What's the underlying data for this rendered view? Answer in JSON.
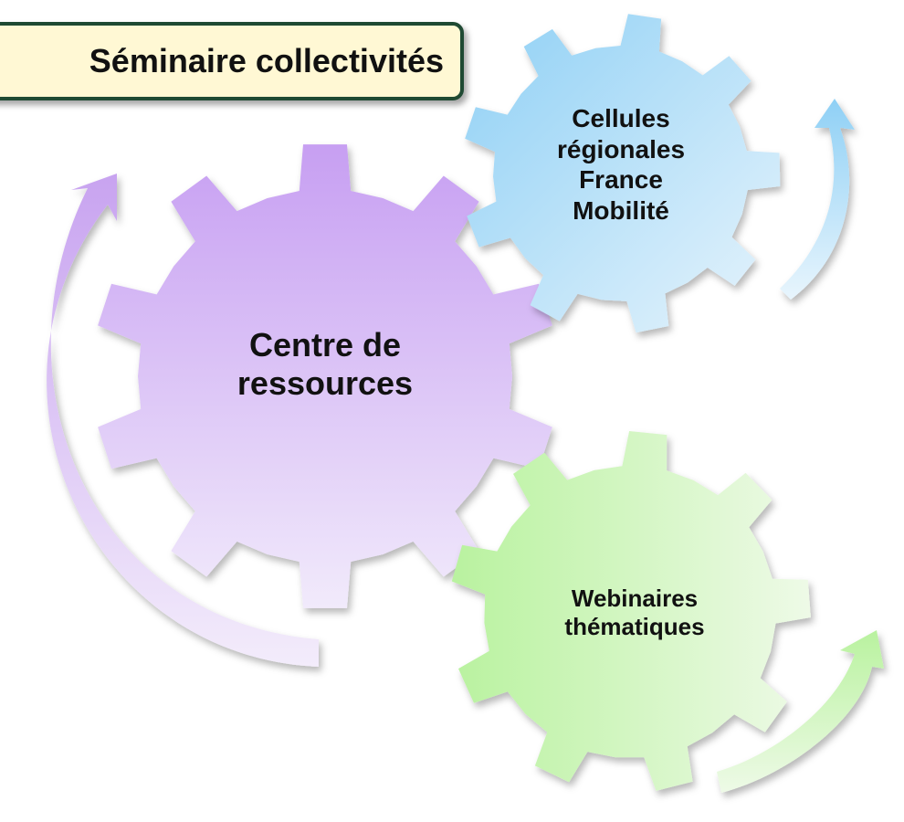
{
  "title": "Séminaire collectivités",
  "gears": [
    {
      "name": "purple",
      "lines": [
        "Centre de",
        "ressources"
      ],
      "color_top": "#c79ff2",
      "color_bottom": "#f1eafb"
    },
    {
      "name": "blue",
      "lines": [
        "Cellules",
        "régionales",
        "France",
        "Mobilité"
      ],
      "color_top": "#8fd0f5",
      "color_bottom": "#e7f4fc"
    },
    {
      "name": "green",
      "lines": [
        "Webinaires",
        "thématiques"
      ],
      "color_top": "#b9f29f",
      "color_bottom": "#eefae7"
    }
  ],
  "colors": {
    "title_fill": "#fff8d4",
    "title_border": "#1f4a33",
    "text": "#111111"
  }
}
